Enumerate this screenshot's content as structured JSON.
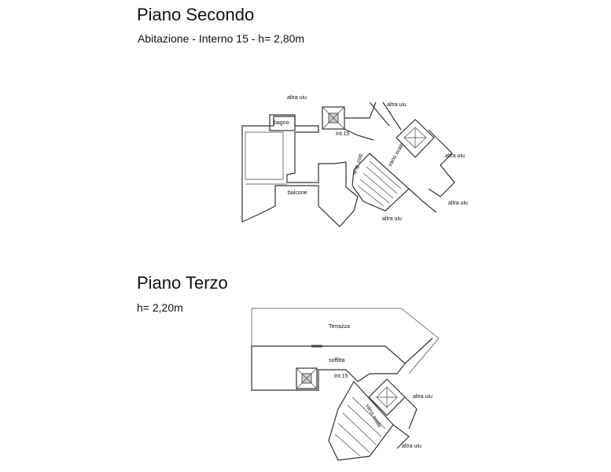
{
  "second_floor": {
    "title": "Piano Secondo",
    "subtitle": "Abitazione - Interno 15 - h= 2,80m",
    "labels": {
      "altra_uiu_top": "altra uiu",
      "altra_uiu_top_right": "altra uiu",
      "altra_uiu_right": "altra uiu",
      "altra_uiu_right_low": "altra uiu",
      "altra_uiu_bottom": "altra uiu",
      "bagno": "bagno",
      "int15": "Int.15",
      "vano_scale": "vano scale",
      "ang_cott": "ang. cott.",
      "balcone": "balcone"
    }
  },
  "third_floor": {
    "title": "Piano Terzo",
    "subtitle": "h= 2,20m",
    "labels": {
      "terrazza": "Terrazza",
      "soffitta": "soffitta",
      "int15": "Int.15",
      "vano_scale": "vano scale",
      "altra_uiu_right": "altra uiu",
      "altra_uiu_bottom": "altra uiu"
    }
  }
}
